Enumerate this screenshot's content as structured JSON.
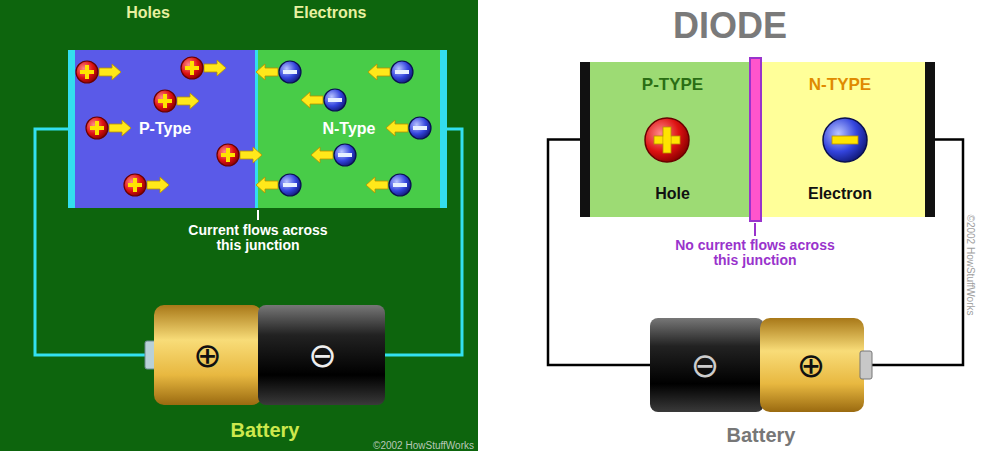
{
  "diagram": {
    "title": "DIODE",
    "nodes": [
      {
        "text": [
          "P-Type"
        ]
      },
      {
        "text": [
          "N-Type"
        ]
      },
      {
        "text": [
          "⊕",
          "⊖",
          "Battery"
        ]
      },
      {
        "text": [
          "P-TYPE",
          "Hole"
        ]
      },
      {
        "text": [
          "N-TYPE",
          "Electron"
        ]
      },
      {
        "text": [
          "⊖",
          "⊕",
          "Battery"
        ]
      }
    ],
    "edges": [
      {
        "from": 0,
        "to": 2,
        "arrow": "none"
      },
      {
        "from": 1,
        "to": 2,
        "arrow": "none"
      },
      {
        "from": 3,
        "to": 5,
        "arrow": "none"
      },
      {
        "from": 4,
        "to": 5,
        "arrow": "none"
      }
    ],
    "labels": [
      "Holes",
      "Electrons",
      "Current flows across this junction",
      "©2002 HowStuffWorks",
      "No current flows across this junction",
      "©2002 HowStuffWorks"
    ]
  }
}
